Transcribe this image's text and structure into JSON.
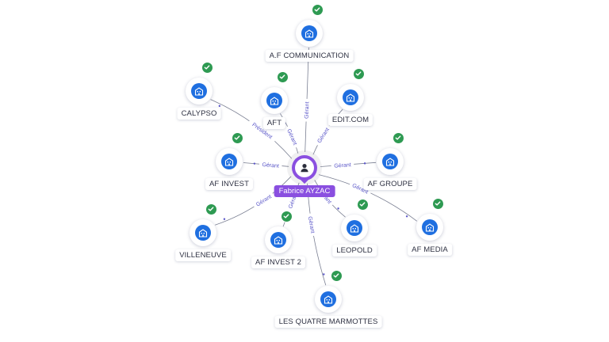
{
  "center": {
    "name": "Fabrice AYZAC",
    "icon": "person-icon",
    "color": "#8a4fe0"
  },
  "companies": [
    {
      "id": "af-communication",
      "name": "A.F COMMUNICATION",
      "relation": "Gérant"
    },
    {
      "id": "calypso",
      "name": "CALYPSO",
      "relation": "Président"
    },
    {
      "id": "aft",
      "name": "AFT",
      "relation": "Gérant"
    },
    {
      "id": "edit-com",
      "name": "EDIT.COM",
      "relation": "Gérant"
    },
    {
      "id": "af-invest",
      "name": "AF INVEST",
      "relation": "Gérant"
    },
    {
      "id": "af-groupe",
      "name": "AF GROUPE",
      "relation": "Gérant"
    },
    {
      "id": "af-media",
      "name": "AF MEDIA",
      "relation": "Gérant"
    },
    {
      "id": "villeneuve",
      "name": "VILLENEUVE",
      "relation": "Gérant"
    },
    {
      "id": "af-invest-2",
      "name": "AF INVEST 2",
      "relation": "Gérant"
    },
    {
      "id": "leopold",
      "name": "LEOPOLD",
      "relation": "Gérant"
    },
    {
      "id": "les-quatre-marmottes",
      "name": "LES QUATRE MARMOTTES",
      "relation": "Gérant"
    }
  ],
  "icons": {
    "company": "building-icon",
    "status": "check-badge-icon"
  },
  "colors": {
    "company_icon": "#1f6fe0",
    "status_ok": "#2e9a52",
    "edge": "#7a7f92",
    "edge_label": "#5a56c8"
  }
}
